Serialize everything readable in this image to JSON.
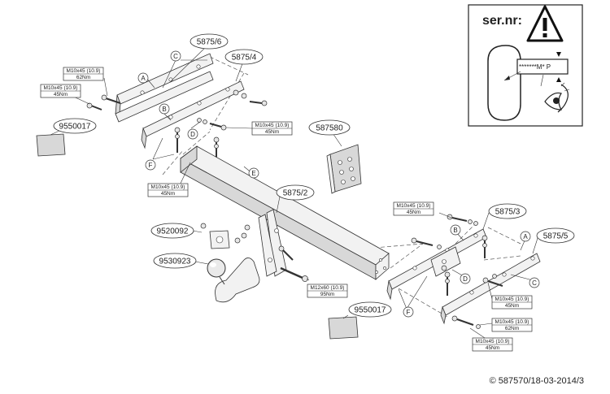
{
  "info_box": {
    "serial_label": "ser.nr:",
    "serial_value": "*******M* P"
  },
  "part_numbers": {
    "side_bracket_left_top": "5875/6",
    "side_bracket_left": "5875/4",
    "main_bar": "5875/2",
    "bracket_plate": "587580",
    "ball_flange": "9520092",
    "tow_ball": "9530923",
    "reflector_left": "9550017",
    "reflector_right": "9550017",
    "side_bracket_right": "5875/3",
    "side_bracket_right_outer": "5875/5"
  },
  "torque_specs": {
    "a": {
      "bolt": "M10x45 (10.9)",
      "torque": "62Nm"
    },
    "b": {
      "bolt": "M10x45 (10.9)",
      "torque": "45Nm"
    },
    "c": {
      "bolt": "M10x45 (10.9)",
      "torque": "45Nm"
    },
    "d": {
      "bolt": "M10x45 (10.9)",
      "torque": "45Nm"
    },
    "e": {
      "bolt": "M10x45 (10.9)",
      "torque": "45Nm"
    },
    "f": {
      "bolt": "M12x60 (10.9)",
      "torque": "95Nm"
    },
    "g": {
      "bolt": "M10x45 (10.9)",
      "torque": "45Nm"
    },
    "h": {
      "bolt": "M10x45 (10.9)",
      "torque": "62Nm"
    },
    "i": {
      "bolt": "M10x45 (10.9)",
      "torque": "45Nm"
    }
  },
  "letters": {
    "a1": "A",
    "b1": "B",
    "c1": "C",
    "d1": "D",
    "e1": "E",
    "f1": "F",
    "a2": "A",
    "b2": "B",
    "c2": "C",
    "d2": "D",
    "f2": "F"
  },
  "copyright": "© 587570/18-03-2014/3"
}
